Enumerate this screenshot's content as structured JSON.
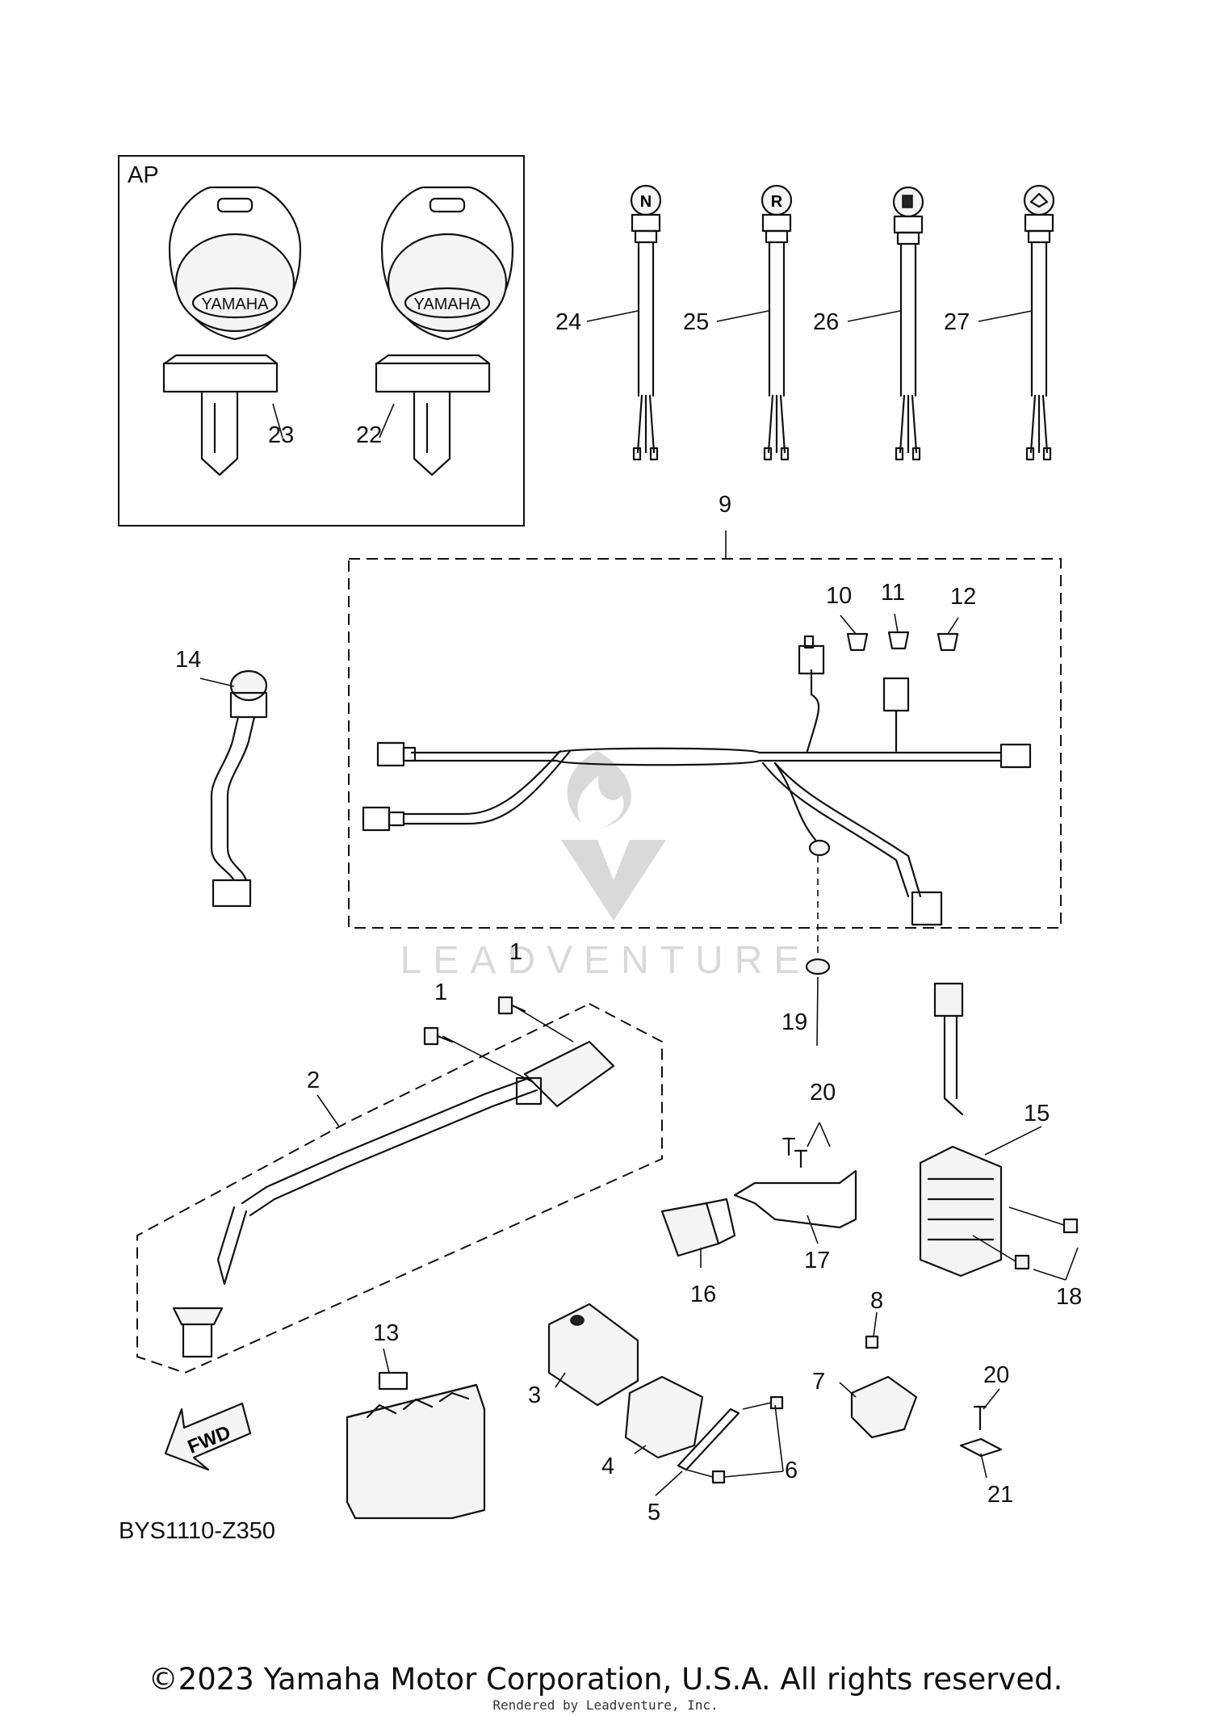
{
  "diagram": {
    "kit_label": "AP",
    "diagram_code": "BYS1110-Z350",
    "fwd_label": "FWD",
    "key_brand": "YAMAHA",
    "watermark": "LEADVENTURE",
    "switch_symbols": [
      "N",
      "R",
      "",
      ""
    ],
    "callouts": [
      "1",
      "1",
      "2",
      "3",
      "4",
      "5",
      "6",
      "7",
      "8",
      "9",
      "10",
      "11",
      "12",
      "13",
      "14",
      "15",
      "16",
      "17",
      "18",
      "19",
      "20",
      "20",
      "21",
      "22",
      "23",
      "24",
      "25",
      "26",
      "27"
    ]
  },
  "footer": {
    "copyright": "©2023 Yamaha Motor Corporation, U.S.A. All rights reserved.",
    "rendered_by": "Rendered by Leadventure, Inc."
  }
}
